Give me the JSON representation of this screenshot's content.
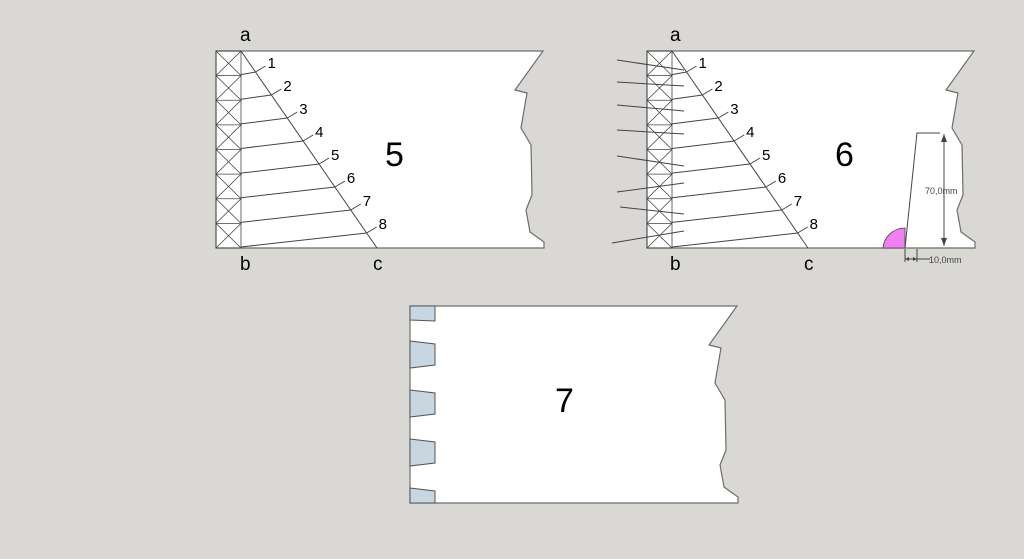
{
  "panel5": {
    "number": "5",
    "corner_top": "a",
    "corner_bottom_left": "b",
    "corner_bottom_right": "c",
    "marks": [
      "1",
      "2",
      "3",
      "4",
      "5",
      "6",
      "7",
      "8"
    ]
  },
  "panel6": {
    "number": "6",
    "corner_top": "a",
    "corner_bottom_left": "b",
    "corner_bottom_right": "c",
    "marks": [
      "1",
      "2",
      "3",
      "4",
      "5",
      "6",
      "7",
      "8"
    ],
    "dimension_height": "70,0mm",
    "dimension_width": "10,0mm",
    "angle_fill_color": "#f27ff2"
  },
  "panel7": {
    "number": "7",
    "tail_fill_color": "#c7d6e0"
  }
}
